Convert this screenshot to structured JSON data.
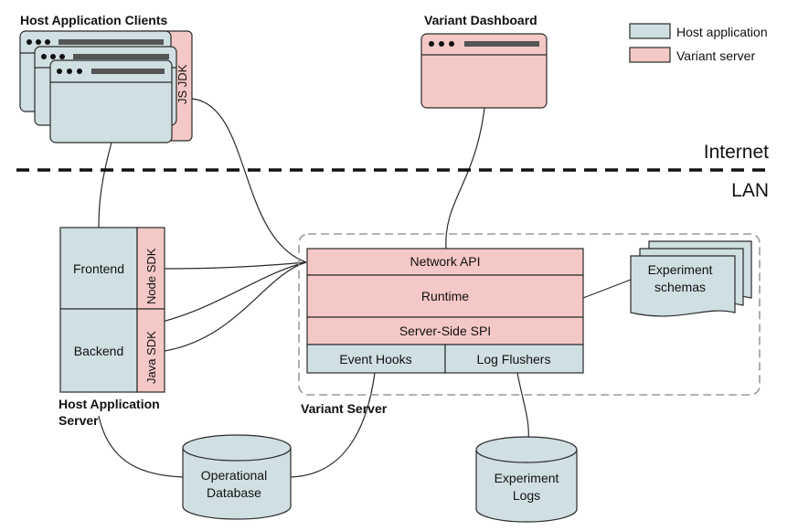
{
  "colors": {
    "host": "#d0dfe1",
    "variant": "#f4c8c6",
    "stroke": "#2a2a2a",
    "region": "#9a9a9a"
  },
  "legend": {
    "host_label": "Host application",
    "variant_label": "Variant server"
  },
  "clients": {
    "title": "Host Application Clients",
    "sdk": "JS JDK"
  },
  "dashboard": {
    "title": "Variant Dashboard"
  },
  "zones": {
    "internet": "Internet",
    "lan": "LAN"
  },
  "host_server": {
    "frontend": "Frontend",
    "node_sdk": "Node SDK",
    "backend": "Backend",
    "java_sdk": "Java SDK",
    "caption_line1": "Host Application",
    "caption_line2": "Server"
  },
  "variant_server": {
    "caption": "Variant Server",
    "network_api": "Network API",
    "runtime": "Runtime",
    "spi": "Server-Side SPI",
    "event_hooks": "Event Hooks",
    "log_flushers": "Log Flushers"
  },
  "schemas": {
    "line1": "Experiment",
    "line2": "schemas"
  },
  "op_db": {
    "line1": "Operational",
    "line2": "Database"
  },
  "exp_logs": {
    "line1": "Experiment",
    "line2": "Logs"
  }
}
